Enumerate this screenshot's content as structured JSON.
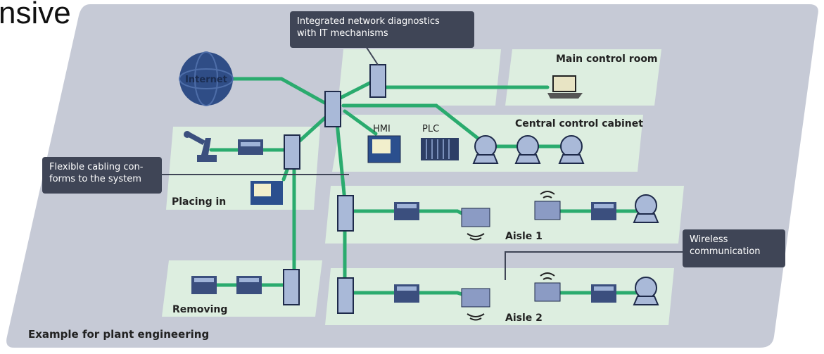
{
  "header": {
    "partial_title": "nsive"
  },
  "callouts": {
    "diagnostics": [
      "Integrated network diagnostics",
      "with IT mechanisms"
    ],
    "cabling": [
      "Flexible cabling con-",
      "forms to the system"
    ],
    "wireless": [
      "Wireless",
      "communication"
    ]
  },
  "zones": {
    "internet": "Internet",
    "main_control_room": "Main control room",
    "central_control_cabinet": "Central control cabinet",
    "hmi": "HMI",
    "plc": "PLC",
    "placing_in": "Placing in",
    "removing": "Removing",
    "aisle_1": "Aisle 1",
    "aisle_2": "Aisle 2"
  },
  "footer": {
    "caption": "Example for plant engineering"
  },
  "colors": {
    "network_cable": "#2aab6e",
    "background_panel": "#c6cad6",
    "zone_fill": "#ddeee0",
    "switch": "#a9b9d8",
    "callout": "#3f4556"
  }
}
